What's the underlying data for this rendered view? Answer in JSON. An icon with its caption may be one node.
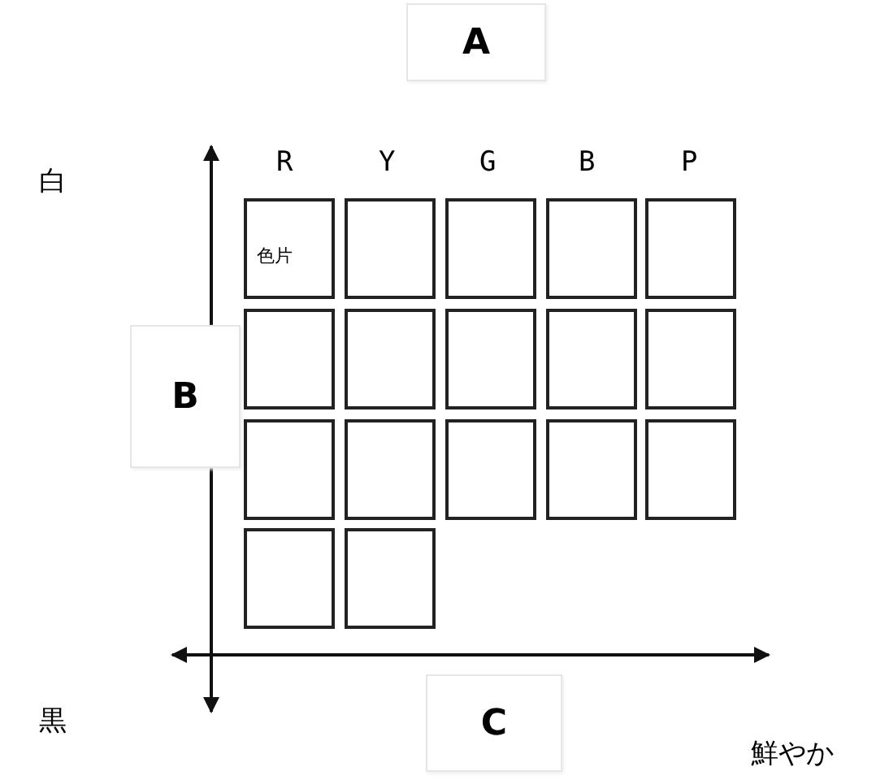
{
  "diagram": {
    "nodes": [
      {
        "text": [
          "A"
        ]
      },
      {
        "text": [
          "色片"
        ]
      },
      {
        "text": [],
        "shape": "box"
      },
      {
        "text": [],
        "shape": "box"
      },
      {
        "text": [],
        "shape": "box"
      },
      {
        "text": [],
        "shape": "box"
      },
      {
        "text": [
          "B"
        ]
      },
      {
        "text": [],
        "shape": "box"
      },
      {
        "text": [],
        "shape": "box"
      },
      {
        "text": [],
        "shape": "box"
      },
      {
        "text": [],
        "shape": "box"
      },
      {
        "text": [],
        "shape": "box"
      },
      {
        "text": [],
        "shape": "box"
      },
      {
        "text": [],
        "shape": "box"
      },
      {
        "text": [],
        "shape": "box"
      },
      {
        "text": [],
        "shape": "box"
      },
      {
        "text": [],
        "shape": "box"
      },
      {
        "text": [],
        "shape": "box"
      },
      {
        "text": [],
        "shape": "box"
      },
      {
        "text": [
          "C"
        ]
      }
    ],
    "edges": [],
    "labels": [
      "白",
      "R",
      "Y",
      "G",
      "B",
      "P",
      "黒",
      "鮮やか"
    ]
  }
}
